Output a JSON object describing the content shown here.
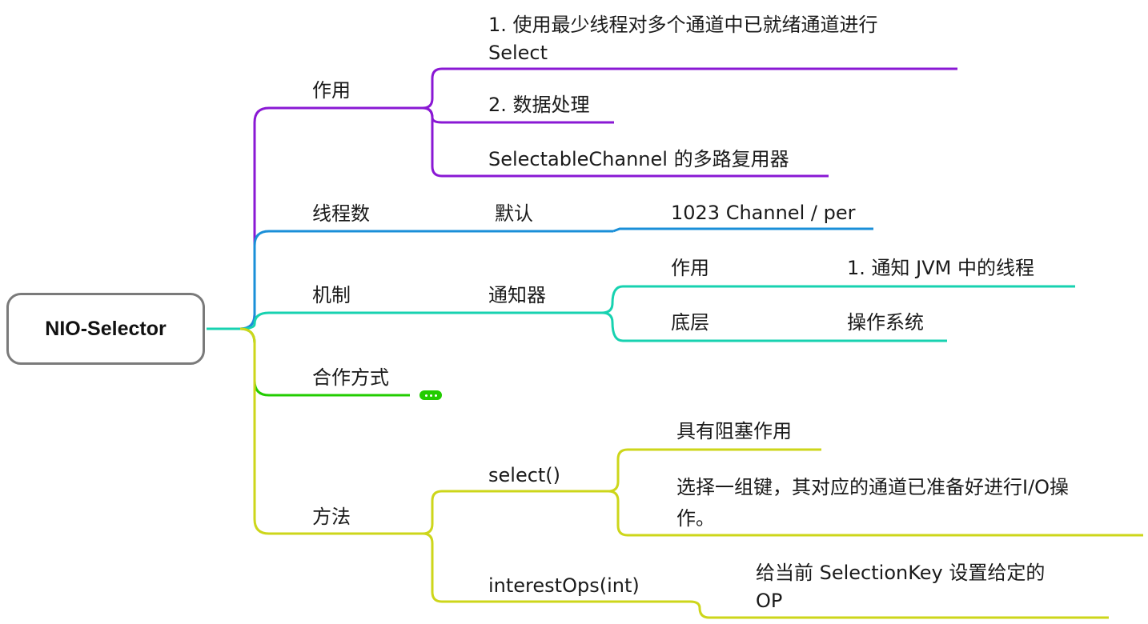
{
  "root": {
    "label": "NIO-Selector"
  },
  "branches": {
    "purpose": {
      "label": "作用",
      "items": [
        "1. 使用最少线程对多个通道中已就绪通道进行",
        "Select",
        "2. 数据处理",
        "SelectableChannel 的多路复用器"
      ]
    },
    "threads": {
      "label": "线程数",
      "default_label": "默认",
      "default_value": "1023 Channel / per"
    },
    "mechanism": {
      "label": "机制",
      "notifier": "通知器",
      "role_label": "作用",
      "role_value": "1. 通知 JVM 中的线程",
      "base_label": "底层",
      "base_value": "操作系统"
    },
    "cooperation": {
      "label": "合作方式",
      "collapsed_icon": "ellipsis-icon"
    },
    "methods": {
      "label": "方法",
      "select": {
        "label": "select()",
        "notes": [
          "具有阻塞作用",
          "选择一组键，其对应的通道已准备好进行I/O操",
          "作。"
        ]
      },
      "interest_ops": {
        "label": "interestOps(int)",
        "notes": [
          "给当前 SelectionKey 设置给定的",
          "OP"
        ]
      }
    }
  },
  "colors": {
    "purpose": "#8a18d4",
    "threads": "#1a8fd8",
    "mechanism": "#17d2b0",
    "cooperation": "#22cc00",
    "methods": "#cdd61a",
    "root_border": "#7a7a7a"
  }
}
